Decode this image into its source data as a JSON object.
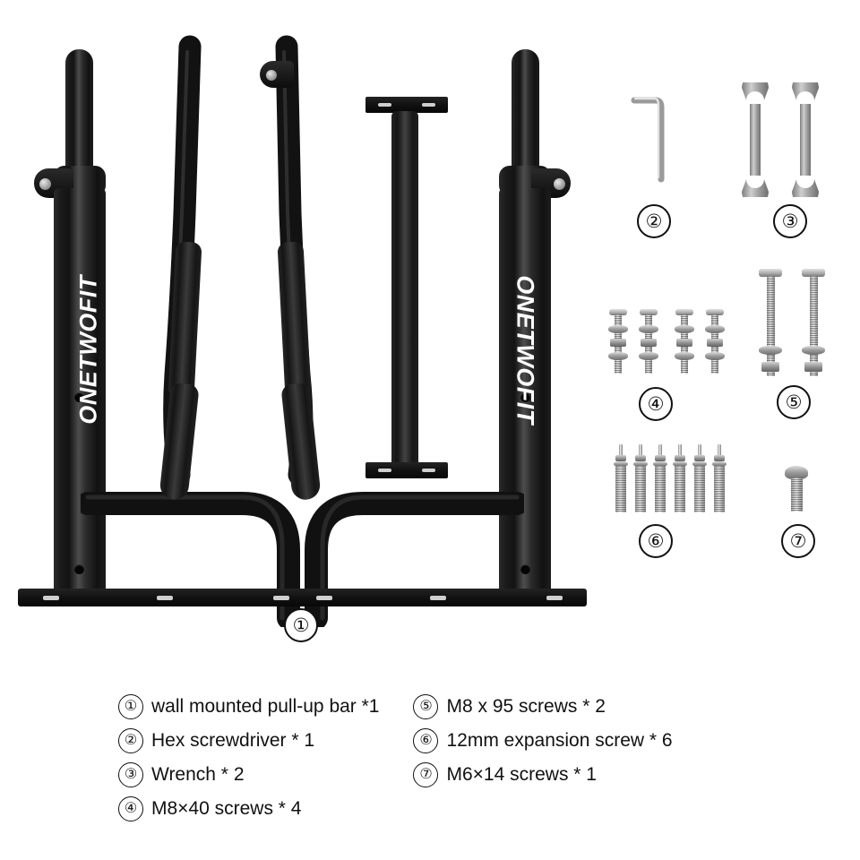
{
  "background_color": "#ffffff",
  "product": {
    "brand": "ONETWOFIT",
    "frame_color": "#141414",
    "hardware_color": "#b4b4b4"
  },
  "markers": {
    "frame": "①",
    "hex_key": "②",
    "wrench": "③",
    "m8x40": "④",
    "m8x95": "⑤",
    "expansion": "⑥",
    "m6x14": "⑦"
  },
  "legend": {
    "left_column": [
      {
        "num": "①",
        "text": "wall mounted pull-up bar *1"
      },
      {
        "num": "②",
        "text": "Hex screwdriver * 1"
      },
      {
        "num": "③",
        "text": "Wrench * 2"
      },
      {
        "num": "④",
        "text": "M8×40 screws * 4"
      }
    ],
    "right_column": [
      {
        "num": "⑤",
        "text": "M8 x 95 screws * 2"
      },
      {
        "num": "⑥",
        "text": "12mm expansion screw * 6"
      },
      {
        "num": "⑦",
        "text": "M6×14 screws * 1"
      }
    ]
  },
  "parts": {
    "frame_label": "wall mounted pull-up bar",
    "hex_key_label": "Hex screwdriver",
    "wrench_label": "Wrench",
    "m8x40_label": "M8×40 screws",
    "m8x95_label": "M8 x 95 screws",
    "expansion_label": "12mm expansion screw",
    "m6x14_label": "M6×14 screws"
  },
  "counts": {
    "frame": 1,
    "hex_key": 1,
    "wrench": 2,
    "m8x40": 4,
    "m8x95": 2,
    "expansion": 6,
    "m6x14": 1
  }
}
